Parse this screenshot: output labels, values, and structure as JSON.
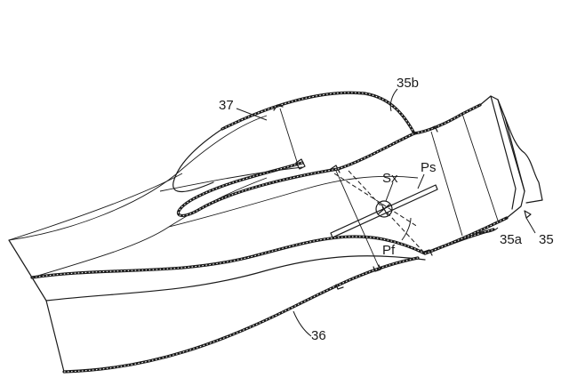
{
  "labels": {
    "l37": "37",
    "l35b": "35b",
    "lSx": "Sx",
    "lPs": "Ps",
    "lPf": "Pf",
    "l35a": "35a",
    "l35": "35",
    "l36": "36"
  },
  "colors": {
    "ink": "#1a1a1a",
    "paper": "#ffffff"
  }
}
